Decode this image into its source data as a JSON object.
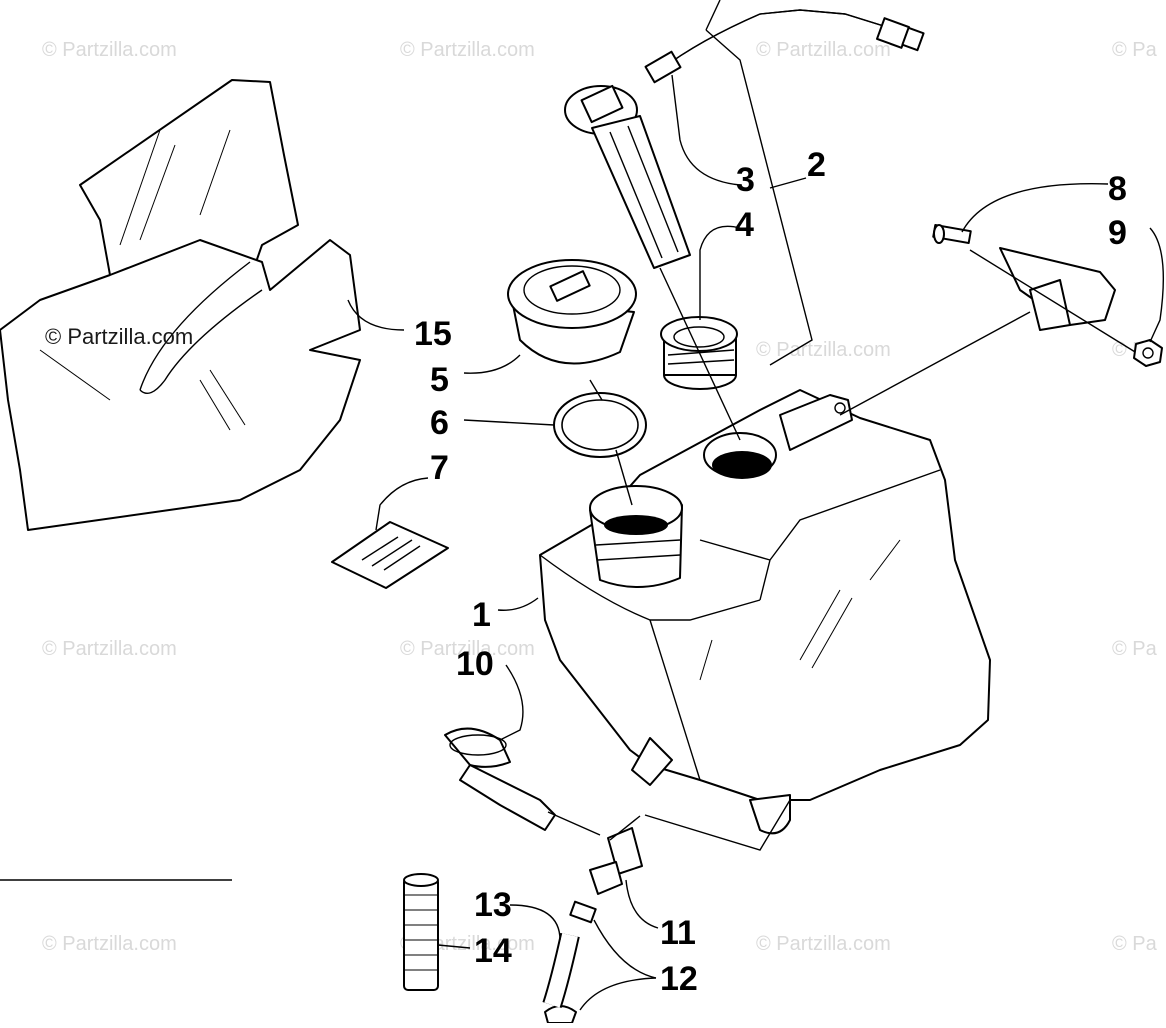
{
  "watermark": {
    "text": "© Partzilla.com",
    "overlay_text": "© Partzilla.com",
    "edge_text": "© Pa"
  },
  "callouts": [
    "1",
    "2",
    "3",
    "4",
    "5",
    "6",
    "7",
    "8",
    "9",
    "10",
    "11",
    "12",
    "13",
    "14",
    "15"
  ],
  "colors": {
    "line": "#000000",
    "watermark": "#d9d9d9",
    "background": "#ffffff"
  }
}
